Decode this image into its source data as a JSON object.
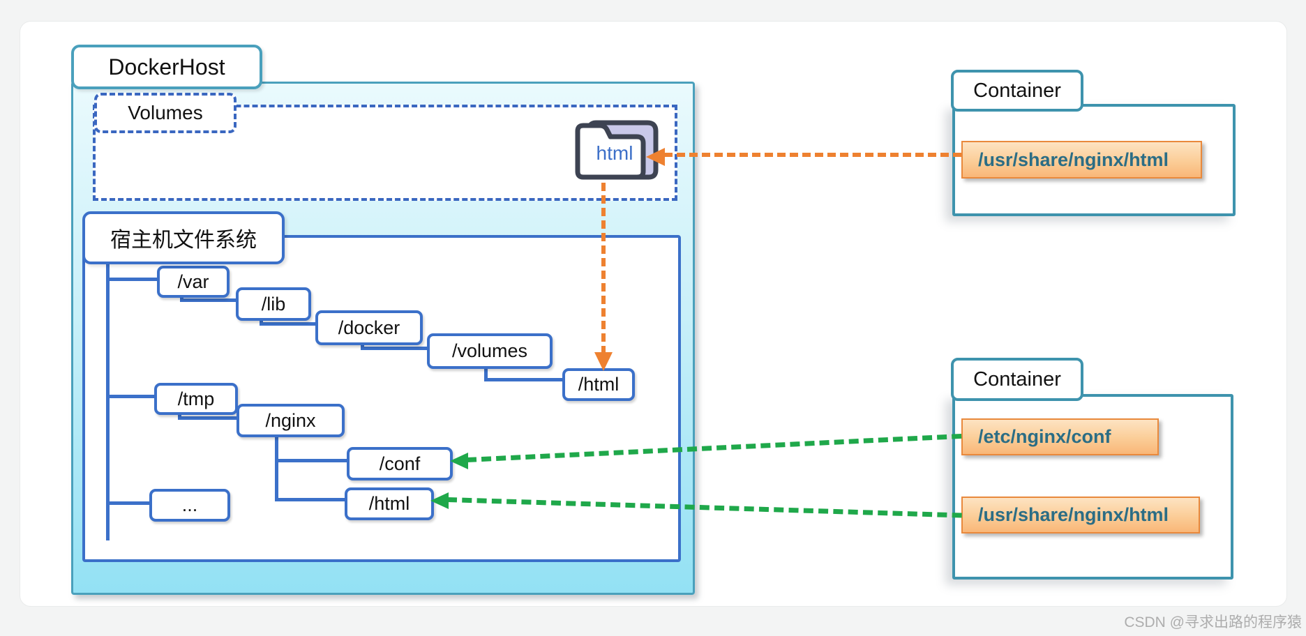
{
  "page": {
    "watermark": "CSDN @寻求出路的程序猿"
  },
  "docker_host": {
    "label": "DockerHost",
    "volumes": {
      "label": "Volumes",
      "folder": {
        "label": "html",
        "icon": "open-folder-icon"
      }
    },
    "host_fs": {
      "label": "宿主机文件系统",
      "nodes": [
        {
          "id": "var",
          "label": "/var"
        },
        {
          "id": "lib",
          "label": "/lib"
        },
        {
          "id": "docker",
          "label": "/docker"
        },
        {
          "id": "volumes",
          "label": "/volumes"
        },
        {
          "id": "html_volume",
          "label": "/html"
        },
        {
          "id": "tmp",
          "label": "/tmp"
        },
        {
          "id": "nginx",
          "label": "/nginx"
        },
        {
          "id": "conf",
          "label": "/conf"
        },
        {
          "id": "html_nginx",
          "label": "/html"
        },
        {
          "id": "more",
          "label": "..."
        }
      ]
    }
  },
  "containers": [
    {
      "label": "Container",
      "mounts": [
        "/usr/share/nginx/html"
      ]
    },
    {
      "label": "Container",
      "mounts": [
        "/etc/nginx/conf",
        "/usr/share/nginx/html"
      ]
    }
  ],
  "connections": [
    {
      "from": "container-1 /usr/share/nginx/html",
      "to": "volumes html folder",
      "style": "orange-dashed"
    },
    {
      "from": "volumes html folder",
      "to": "host_fs /html (under /volumes)",
      "style": "orange-dashed"
    },
    {
      "from": "container-2 /etc/nginx/conf",
      "to": "host_fs /conf",
      "style": "green-dashed"
    },
    {
      "from": "container-2 /usr/share/nginx/html",
      "to": "host_fs /html (under /nginx)",
      "style": "green-dashed"
    }
  ],
  "colors": {
    "docker_host_border": "#4aa0bc",
    "docker_host_fill_top": "#eafafd",
    "docker_host_fill_bottom": "#93e1f4",
    "tree_blue": "#3b70c9",
    "container_border": "#3e93ad",
    "mount_fill": "#fbcd97",
    "mount_border": "#e9893c",
    "mount_text": "#2b6d85",
    "orange_dash": "#ee8130",
    "green_dash": "#1fa84a"
  }
}
